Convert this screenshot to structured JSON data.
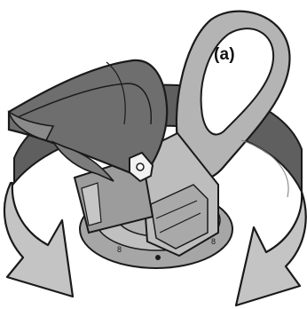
{
  "figure": {
    "callout_label": "(a)",
    "colors": {
      "outline": "#1a1a1a",
      "arrow_fill": "#c4c4c4",
      "arrow_band_dark": "#5f5f5f",
      "cuff_fill": "#6e6e6e",
      "cuff_light": "#8a8a8a",
      "handle_fill": "#b4b4b4",
      "base_fill": "#a6a6a6",
      "knob_fill": "#f2f2f2"
    },
    "icons": [
      "rotation-arrow-left",
      "rotation-arrow-right",
      "fastener-knob"
    ]
  }
}
